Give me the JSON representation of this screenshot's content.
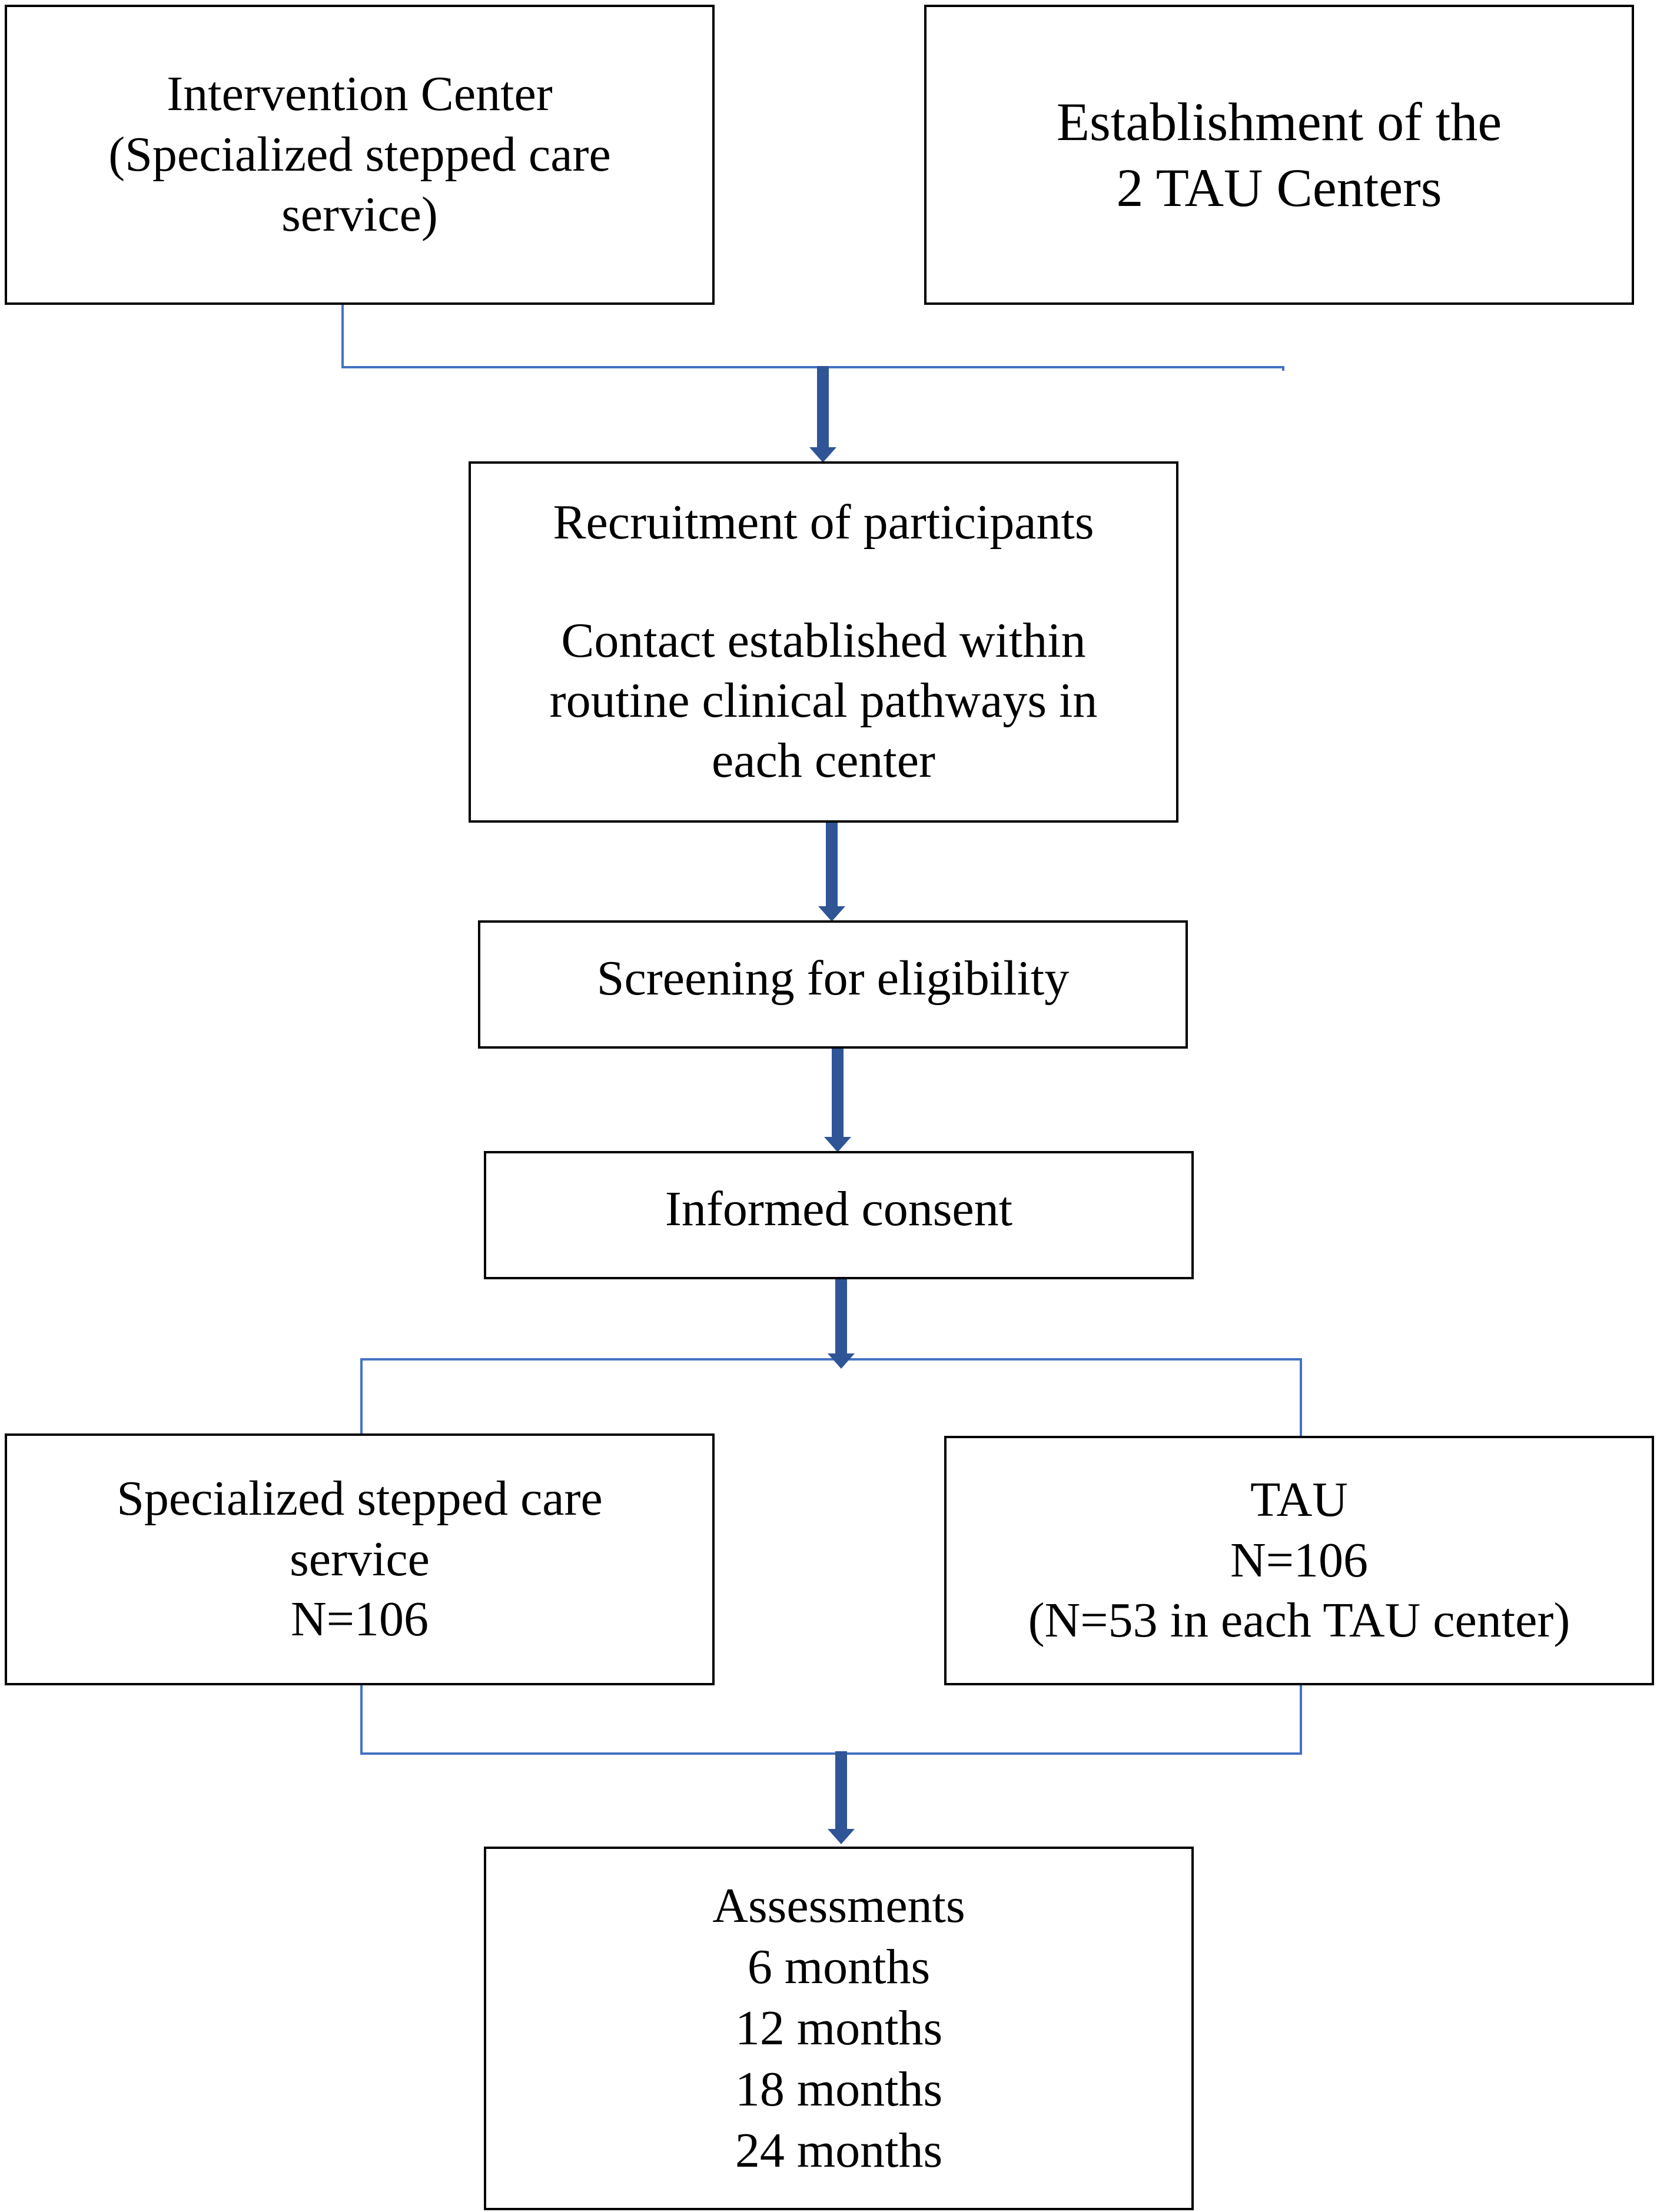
{
  "colors": {
    "box_border": "#000000",
    "connector_line": "#4472C4",
    "arrow": "#2F5597"
  },
  "nodes": {
    "intervention_center": {
      "lines": [
        "Intervention Center",
        "(Specialized stepped care",
        "service)"
      ]
    },
    "tau_establishment": {
      "lines": [
        "Establishment of the",
        "2 TAU Centers"
      ]
    },
    "recruitment": {
      "title": "Recruitment of participants",
      "lines": [
        "Contact established within",
        "routine clinical pathways in",
        "each center"
      ]
    },
    "screening": {
      "lines": [
        "Screening for eligibility"
      ]
    },
    "consent": {
      "lines": [
        "Informed consent"
      ]
    },
    "specialized_arm": {
      "lines": [
        "Specialized stepped care",
        "service",
        "N=106"
      ]
    },
    "tau_arm": {
      "lines": [
        "TAU",
        "N=106",
        "(N=53 in each TAU center)"
      ]
    },
    "assessments": {
      "lines": [
        "Assessments",
        "6 months",
        "12 months",
        "18 months",
        "24 months"
      ]
    }
  }
}
